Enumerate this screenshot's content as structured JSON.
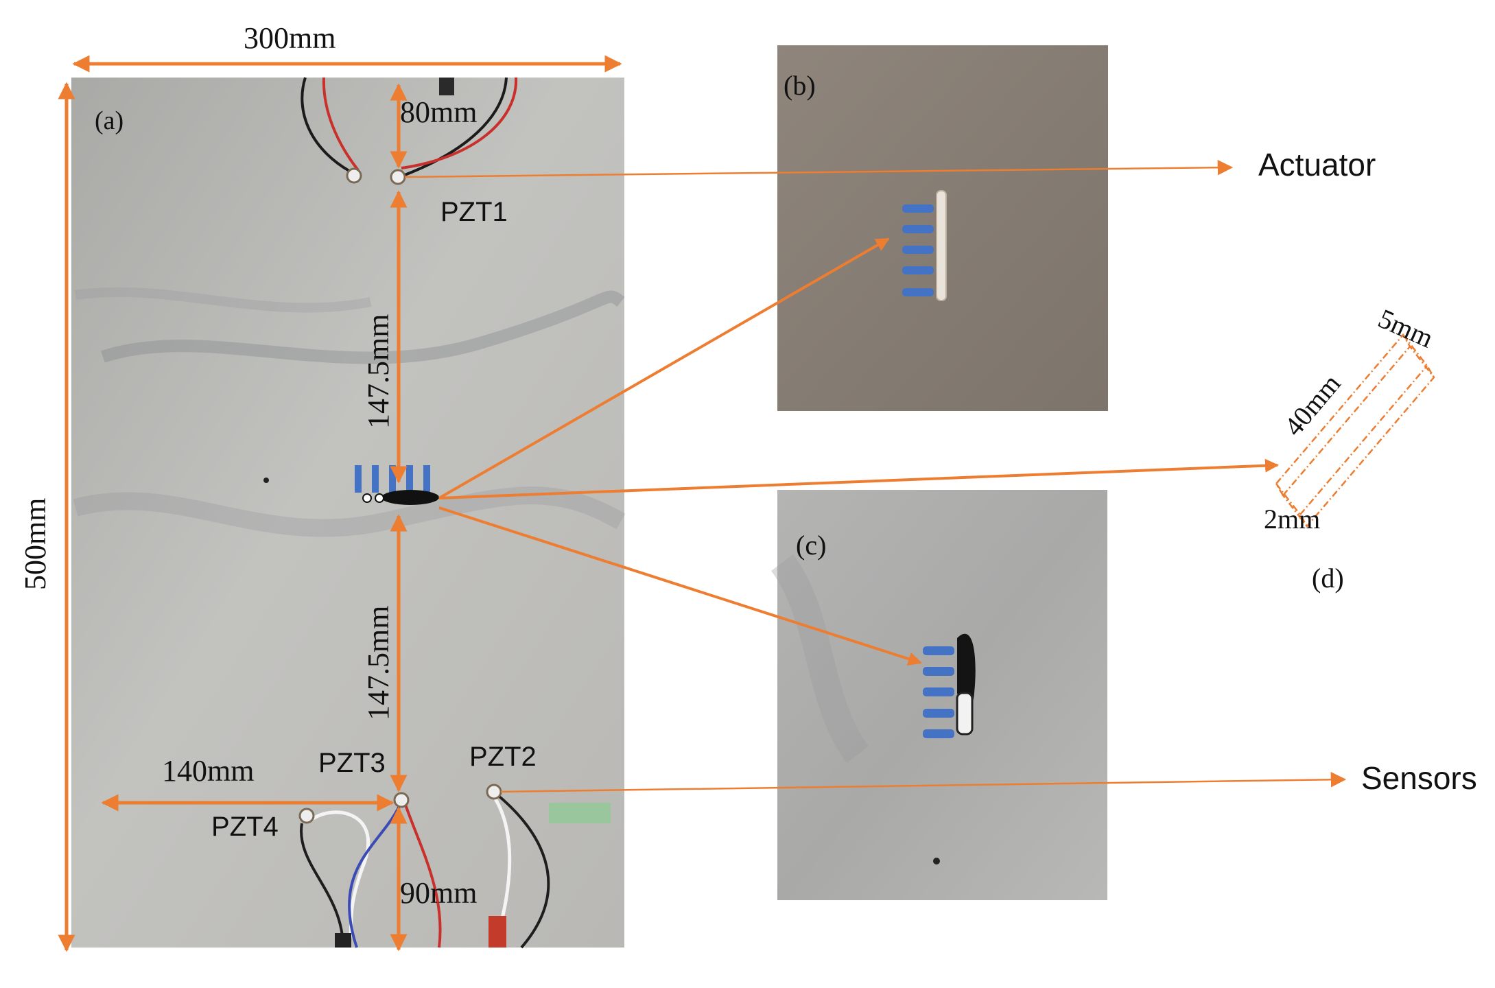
{
  "panel_a": {
    "label": "(a)",
    "width_dim": "300mm",
    "height_dim": "500mm",
    "top_dim": "80mm",
    "upper_mid_dim": "147.5mm",
    "lower_mid_dim": "147.5mm",
    "left_dim": "140mm",
    "bottom_dim": "90mm",
    "pzt1": "PZT1",
    "pzt2": "PZT2",
    "pzt3": "PZT3",
    "pzt4": "PZT4"
  },
  "panel_b": {
    "label": "(b)"
  },
  "panel_c": {
    "label": "(c)"
  },
  "panel_d": {
    "label": "(d)",
    "length_dim": "40mm",
    "width_dim": "5mm",
    "thickness_dim": "2mm"
  },
  "callouts": {
    "actuator": "Actuator",
    "sensors": "Sensors"
  },
  "colors": {
    "arrow": "#ED7D31",
    "marker": "#4472C4"
  }
}
